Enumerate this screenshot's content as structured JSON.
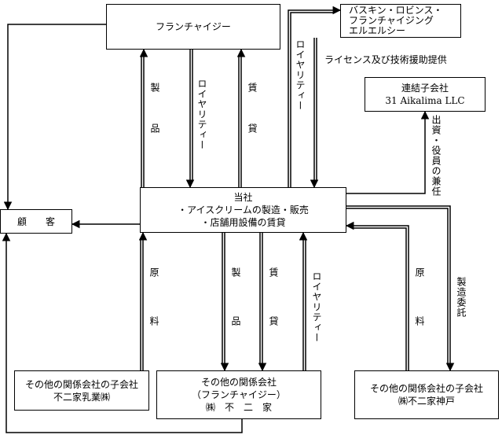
{
  "boxes": {
    "franchisee": "フランチャイジー",
    "baskin": [
      "バスキン・ロビンス・",
      "フランチャイジング",
      "エルエルシー"
    ],
    "subsidiary": [
      "連結子会社",
      "31 Aikalima LLC"
    ],
    "company": [
      "当社",
      "・アイスクリームの製造・販売",
      "・店舗用設備の賃貸"
    ],
    "customer": "顧　　客",
    "other_sub_left": [
      "その他の関係会社の子会社",
      "不二家乳業㈱"
    ],
    "other_related": [
      "その他の関係会社",
      "（フランチャイジー）",
      "㈱　不　二　家"
    ],
    "other_sub_right": [
      "その他の関係会社の子会社",
      "㈱不二家神戸"
    ]
  },
  "labels": {
    "license": "ライセンス及び技術援助提供",
    "royalty_baskin": "ロイヤリティー",
    "product_up": "製品",
    "royalty_up": "ロイヤリティー",
    "lease_up": "賃貸",
    "investment": "出資・役員の兼任",
    "raw_left": "原料",
    "product_down": "製品",
    "lease_down": "賃貸",
    "royalty_down": "ロイヤリティー",
    "raw_right": "原料",
    "manufacturing": "製造委託"
  }
}
